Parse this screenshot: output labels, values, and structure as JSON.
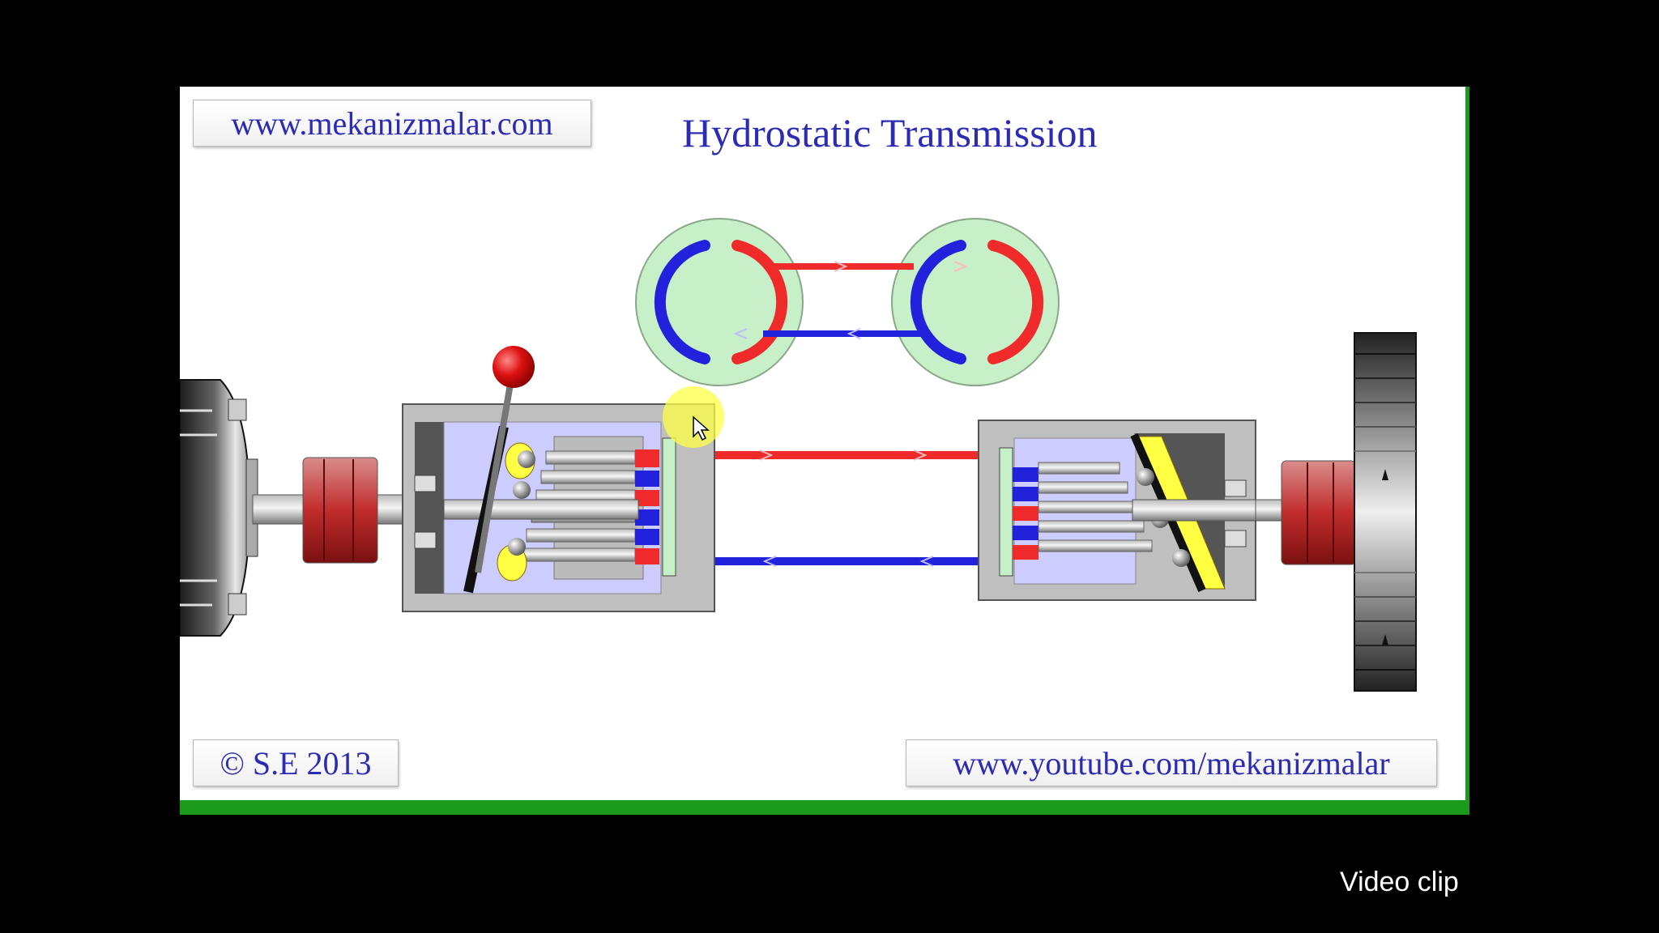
{
  "slide": {
    "title": "Hydrostatic Transmission",
    "site_url": "www.mekanizmalar.com",
    "copyright": "© S.E 2013",
    "youtube_url": "www.youtube.com/mekanizmalar"
  },
  "caption": "Video clip",
  "colors": {
    "pressure_line": "#ee2a2a",
    "return_line": "#2222dd",
    "frame_accent": "#1c9a1c",
    "text_blue": "#2b2bb4",
    "port_fill": "#c8f0c8",
    "lever_knob": "#dd1111",
    "piston_highlight": "#ffff44",
    "cylinder_block": "#ccccff"
  },
  "icons": [
    "mouse-cursor-icon",
    "flow-arrow-icon"
  ]
}
